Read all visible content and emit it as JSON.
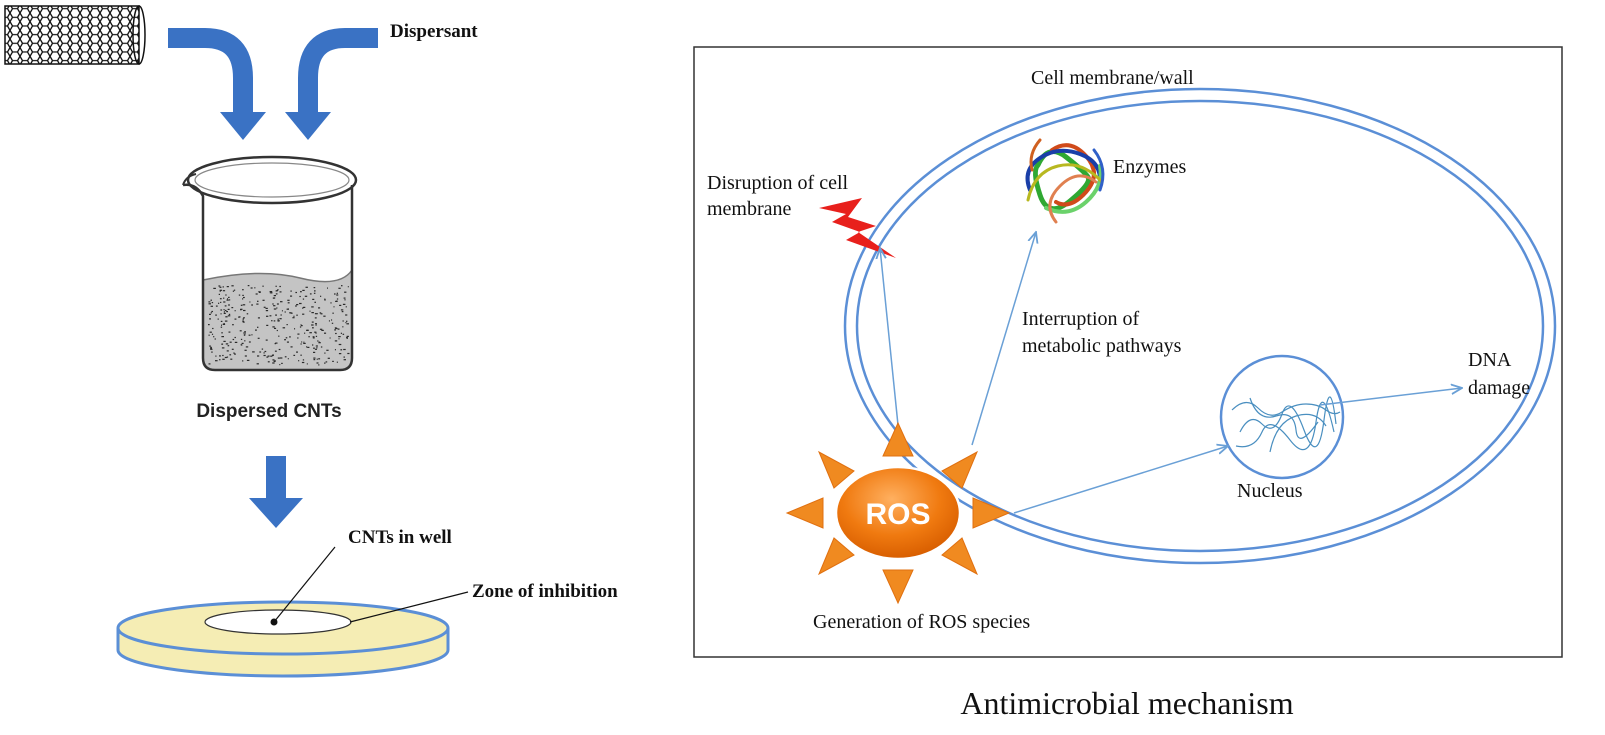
{
  "colors": {
    "arrow_blue": "#3a72c4",
    "outline_blue": "#5b8fd6",
    "thin_blue": "#6aa0d6",
    "petri_fill": "#f5edb4",
    "ros_orange": "#f07a10",
    "ray_orange": "#f08a20",
    "bolt_red": "#e8201c"
  },
  "icons": {
    "cnt": "carbon-nanotube-icon",
    "beaker": "beaker-icon",
    "petri": "petri-dish-icon",
    "enzyme": "enzyme-protein-icon",
    "bolt": "lightning-bolt-icon",
    "dna": "dna-strand-icon",
    "sun": "ros-burst-icon"
  },
  "left": {
    "dispersant": "Dispersant",
    "dispersed_cnts": "Dispersed CNTs",
    "cnts_in_well": "CNTs in well",
    "zone_of_inhibition": "Zone of inhibition"
  },
  "right": {
    "cell_membrane_wall": "Cell membrane/wall",
    "disruption_line1": "Disruption of cell",
    "disruption_line2": "membrane",
    "enzymes": "Enzymes",
    "interruption_line1": "Interruption of",
    "interruption_line2": "metabolic pathways",
    "dna_line1": "DNA",
    "dna_line2": "damage",
    "nucleus": "Nucleus",
    "ros": "ROS",
    "generation": "Generation of ROS species"
  },
  "caption": "Antimicrobial mechanism"
}
